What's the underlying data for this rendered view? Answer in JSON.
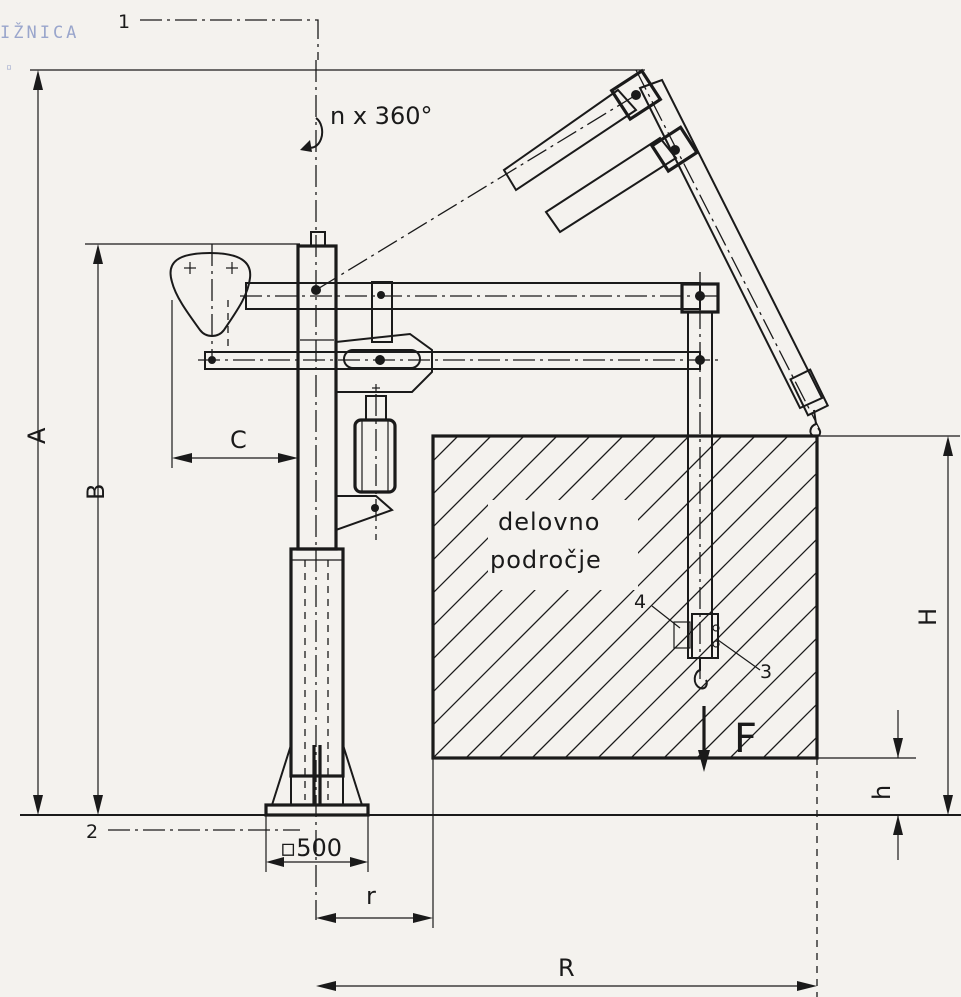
{
  "stamp": "IŽNICA",
  "rotation": "n x 360°",
  "dims": {
    "A": "A",
    "B": "B",
    "C": "C",
    "H": "H",
    "h": "h",
    "r": "r",
    "R": "R",
    "base": "▫500"
  },
  "markers": {
    "m1": "1",
    "m2": "2",
    "m3": "3",
    "m4": "4"
  },
  "area": {
    "line1": "delovno",
    "line2": "področje"
  },
  "force": "F",
  "colors": {
    "paper": "#f4f2ee",
    "ink": "#1a1a1a",
    "stamp": "#9aa6cc"
  }
}
